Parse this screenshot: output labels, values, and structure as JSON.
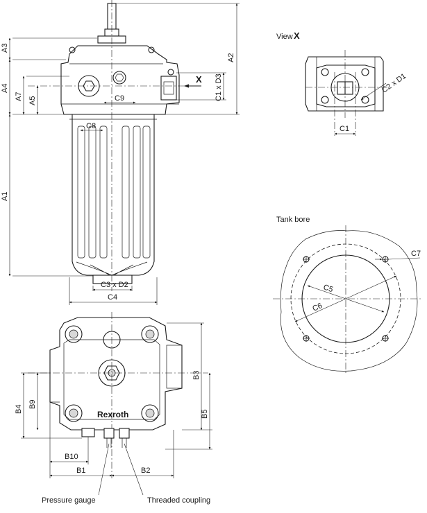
{
  "labels": {
    "a1": "A1",
    "a2": "A2",
    "a3": "A3",
    "a4": "A4",
    "a5": "A5",
    "a7": "A7",
    "b1": "B1",
    "b2": "B2",
    "b3": "B3",
    "b4": "B4",
    "b5": "B5",
    "b9": "B9",
    "b10": "B10",
    "c1": "C1",
    "c4": "C4",
    "c5": "C5",
    "c6": "C6",
    "c7": "C7",
    "c8": "C8",
    "c9": "C9",
    "c1xd3": "C1 x D3",
    "c2xd1": "C2 x D1",
    "c3xd2": "C3 x D2",
    "x": "X",
    "view": "View",
    "view_x": "X",
    "tank_bore": "Tank bore",
    "brand": "Rexroth",
    "pressure_gauge": "Pressure gauge",
    "threaded_coupling": "Threaded coupling"
  }
}
